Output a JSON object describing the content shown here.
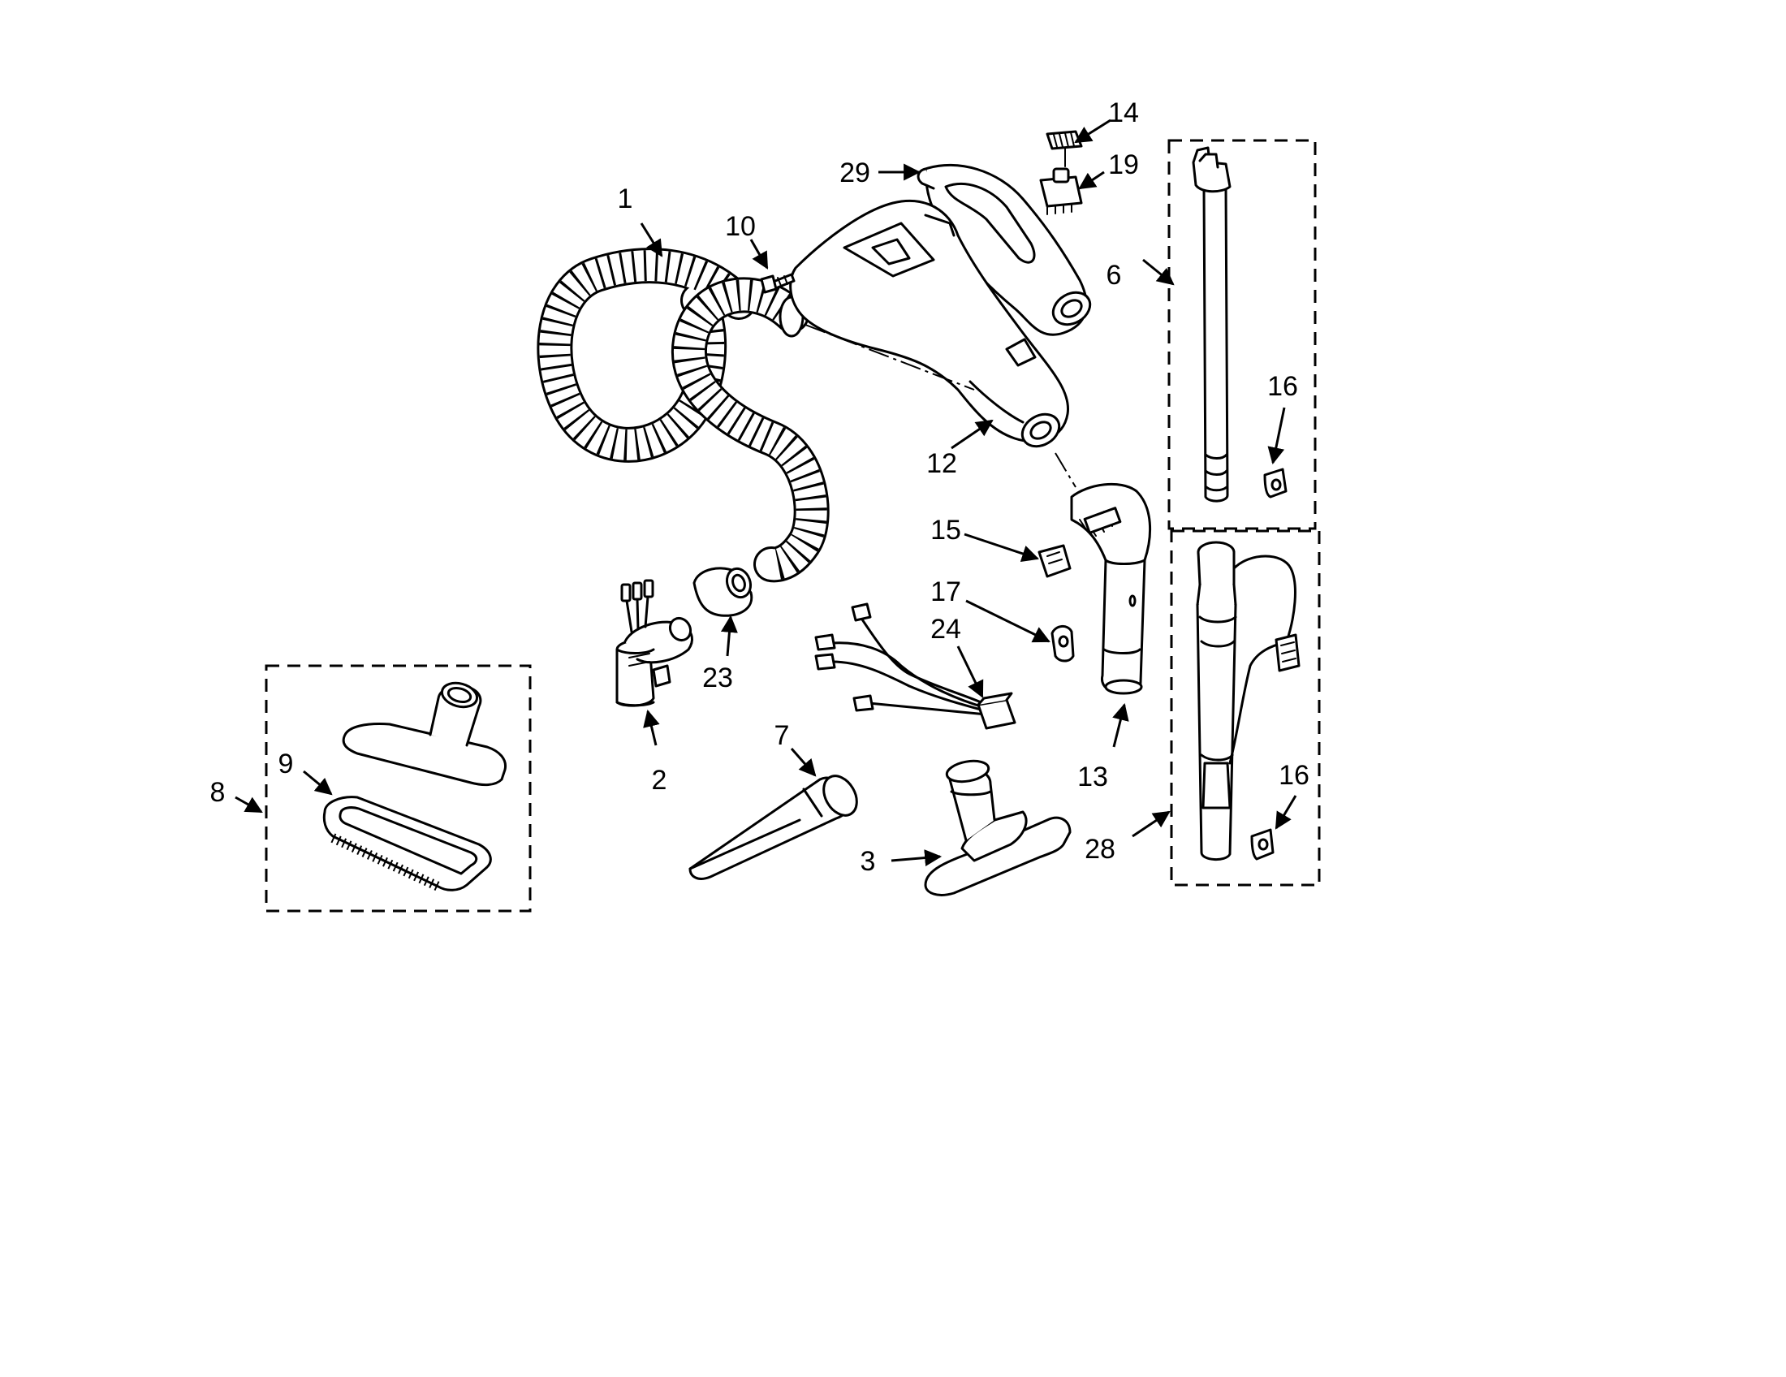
{
  "callouts": {
    "c1": "1",
    "c2": "2",
    "c3": "3",
    "c6": "6",
    "c7": "7",
    "c8": "8",
    "c9": "9",
    "c10": "10",
    "c12": "12",
    "c13": "13",
    "c14": "14",
    "c15": "15",
    "c16a": "16",
    "c16b": "16",
    "c17": "17",
    "c19": "19",
    "c23": "23",
    "c24": "24",
    "c28": "28",
    "c29": "29"
  }
}
